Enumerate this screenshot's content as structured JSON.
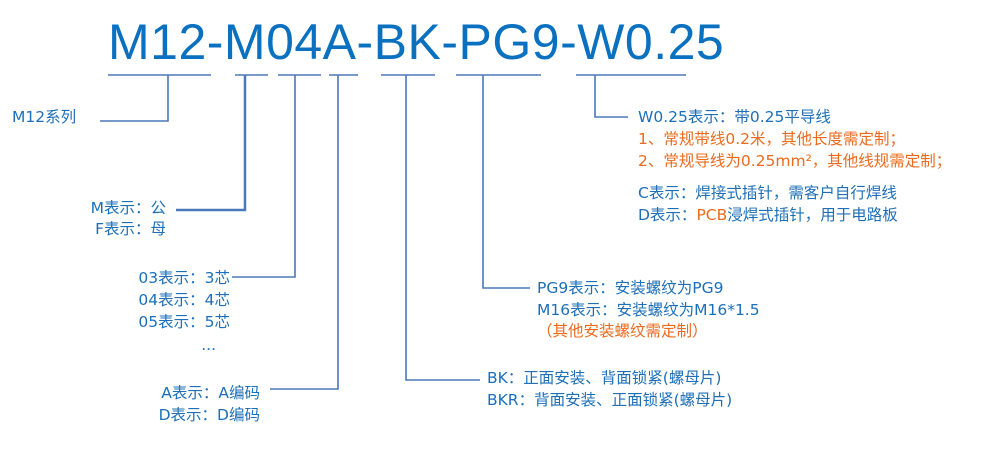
{
  "title": "M12-M04A-BK-PG9-W0.25",
  "series": {
    "label": "M12系列"
  },
  "gender": {
    "line1": "M表示：公",
    "line2": "F表示：母"
  },
  "cores": {
    "line1": "03表示：3芯",
    "line2": "04表示：4芯",
    "line3": "05表示：5芯",
    "more": "..."
  },
  "coding": {
    "line1": "A表示：A编码",
    "line2": "D表示：D编码"
  },
  "mount": {
    "line1": "BK：正面安装、背面锁紧(螺母片)",
    "line2": "BKR：背面安装、正面锁紧(螺母片)"
  },
  "thread": {
    "line1": "PG9表示：安装螺纹为PG9",
    "line2": "M16表示：安装螺纹为M16*1.5",
    "note": "（其他安装螺纹需定制）"
  },
  "wire": {
    "line1": "W0.25表示：带0.25平导线",
    "note1": "1、常规带线0.2米，其他长度需定制；",
    "note2": "2、常规导线为0.25mm²，其他线规需定制；",
    "c_line": "C表示：焊接式插针，需客户自行焊线",
    "d_prefix": "D表示：",
    "d_highlight": "PCB",
    "d_suffix": "浸焊式插针，用于电路板"
  },
  "colors": {
    "blue": "#1d6fb8",
    "orange": "#ea6b1f",
    "line": "#4a78b8"
  }
}
